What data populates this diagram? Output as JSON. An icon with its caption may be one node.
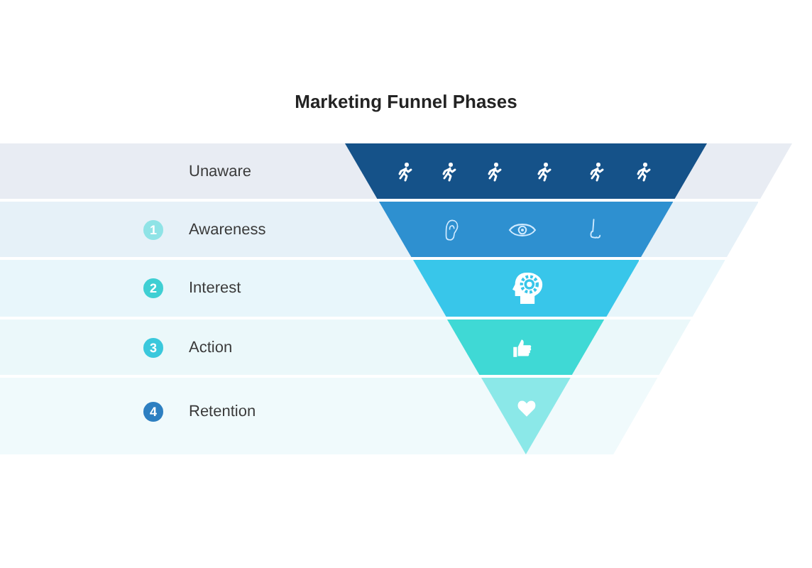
{
  "diagram": {
    "title": "Marketing Funnel Phases",
    "nodes": [
      {
        "text": [
          "Unaware"
        ]
      },
      {
        "text": [
          "Awareness"
        ]
      },
      {
        "text": [
          "1"
        ],
        "in": 1
      },
      {
        "text": [
          "Interest"
        ]
      },
      {
        "text": [
          "2"
        ],
        "in": 3
      },
      {
        "text": [
          "Action"
        ]
      },
      {
        "text": [
          "3"
        ],
        "in": 5
      },
      {
        "text": [
          "Retention"
        ]
      },
      {
        "text": [
          "4"
        ],
        "in": 7
      }
    ]
  }
}
